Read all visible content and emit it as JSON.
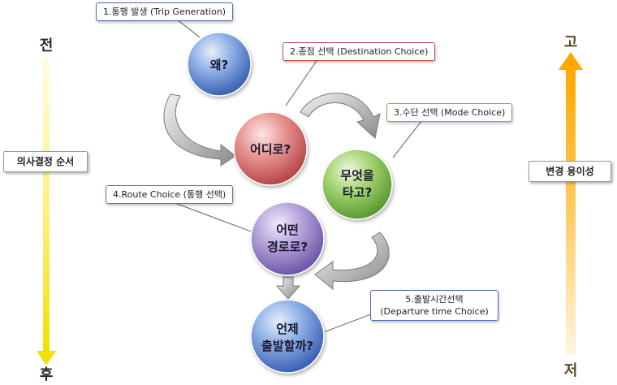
{
  "steps": [
    {
      "question": "왜?",
      "callout": "1.통행 발생 (Trip Generation)"
    },
    {
      "question": "어디로?",
      "callout": "2.종점 선택 (Destination Choice)"
    },
    {
      "question_line1": "무엇을",
      "question_line2": "타고?",
      "callout": "3.수단 선택 (Mode Choice)"
    },
    {
      "question_line1": "어떤",
      "question_line2": "경로로?",
      "callout": "4.Route Choice (통행 선택)"
    },
    {
      "question_line1": "언제",
      "question_line2": "출발할까?",
      "callout_line1": "5.출발시간선택",
      "callout_line2": "(Departure time Choice)"
    }
  ],
  "left_axis": {
    "label": "의사결정 순서",
    "top": "전",
    "bottom": "후"
  },
  "right_axis": {
    "label": "변경 용이성",
    "top": "고",
    "bottom": "저"
  },
  "colors": {
    "blue": "#4a78c8",
    "red": "#c85858",
    "green": "#6ab040",
    "purple": "#8a70b8",
    "callout_blue": "#4a6fb5",
    "callout_red": "#c0504d",
    "callout_green": "#7fb24a",
    "callout_purple": "#8064a2",
    "left_arrow": "#f5e400",
    "right_arrow": "#ffb000"
  }
}
